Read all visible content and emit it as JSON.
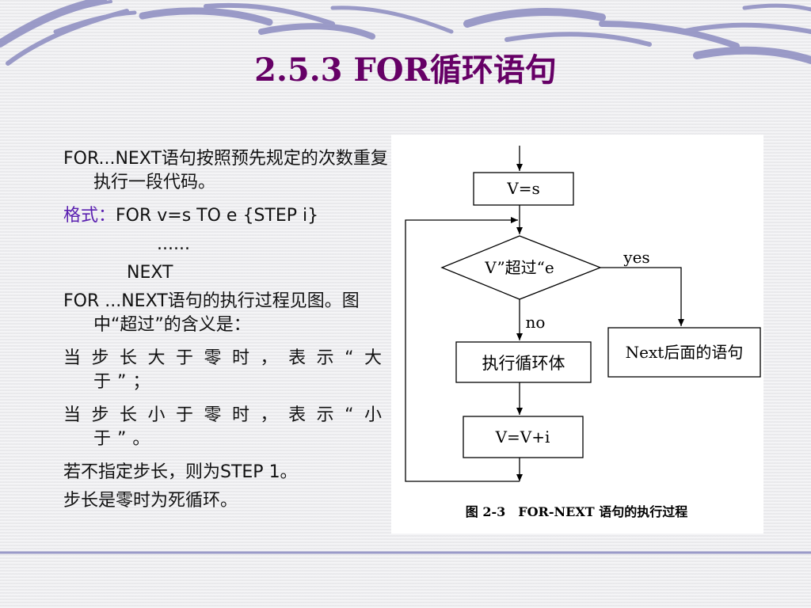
{
  "slide": {
    "title": "2.5.3 FOR循环语句",
    "paragraphs": {
      "p1": "FOR...NEXT语句按照预先规定的次数重复执行一段代码。",
      "p2_label": "格式：",
      "p2_text": "FOR v=s TO e {STEP i}",
      "p3": "......",
      "p4": "NEXT",
      "p5": "FOR ...NEXT语句的执行过程见图。图中“超过”的含义是：",
      "p6": "当步长大于零时，表示“大于”；",
      "p7": "当步长小于零时，表示“小于”。",
      "p8": "若不指定步长，则为STEP 1。",
      "p9": "步长是零时为死循环。"
    }
  },
  "flowchart": {
    "init_box": "V=s",
    "decision": "V”超过“e",
    "yes_label": "yes",
    "no_label": "no",
    "body_box": "执行循环体",
    "increment_box": "V=V+i",
    "next_box": "Next后面的语句",
    "caption": "图 2-3　FOR-NEXT 语句的执行过程"
  },
  "colors": {
    "title": "#660066",
    "format_label": "#5a1fb0",
    "decoration": "#8c8cc0"
  }
}
